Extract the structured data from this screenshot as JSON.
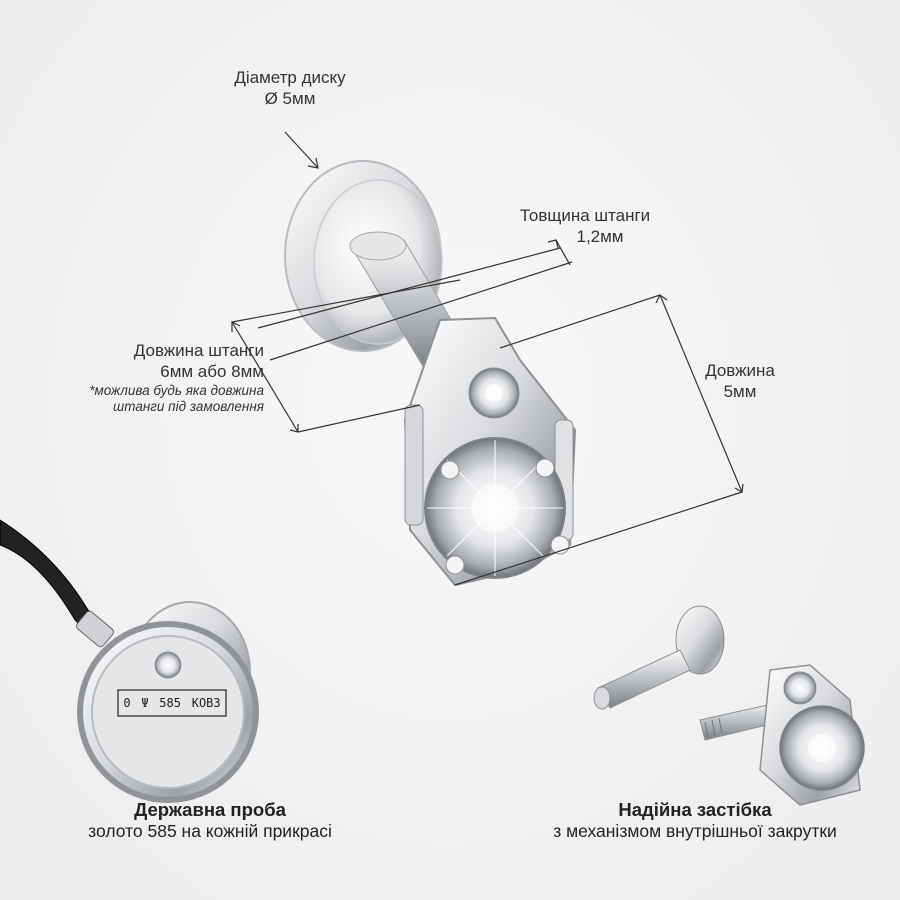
{
  "disc_diameter": {
    "title": "Діаметр диску",
    "value": "Ø 5мм"
  },
  "bar_thickness": {
    "title": "Товщина штанги",
    "value": "1,2мм"
  },
  "bar_length": {
    "title": "Довжина штанги",
    "value": "6мм або 8мм",
    "note_line1": "*можлива будь яка довжина",
    "note_line2": "штанги під замовлення"
  },
  "length": {
    "title": "Довжина",
    "value": "5мм"
  },
  "hallmark": {
    "title": "Державна проба",
    "subtitle": "золото 585 на кожній прикрасі",
    "stamp_left": "0",
    "stamp_num": "585",
    "stamp_right": "КОВЗ"
  },
  "clasp": {
    "title": "Надійна застібка",
    "subtitle": "з механізмом внутрішньої закрутки"
  },
  "colors": {
    "metal": "#cfd2d6",
    "dark_metal": "#5e6166",
    "text": "#333333"
  }
}
